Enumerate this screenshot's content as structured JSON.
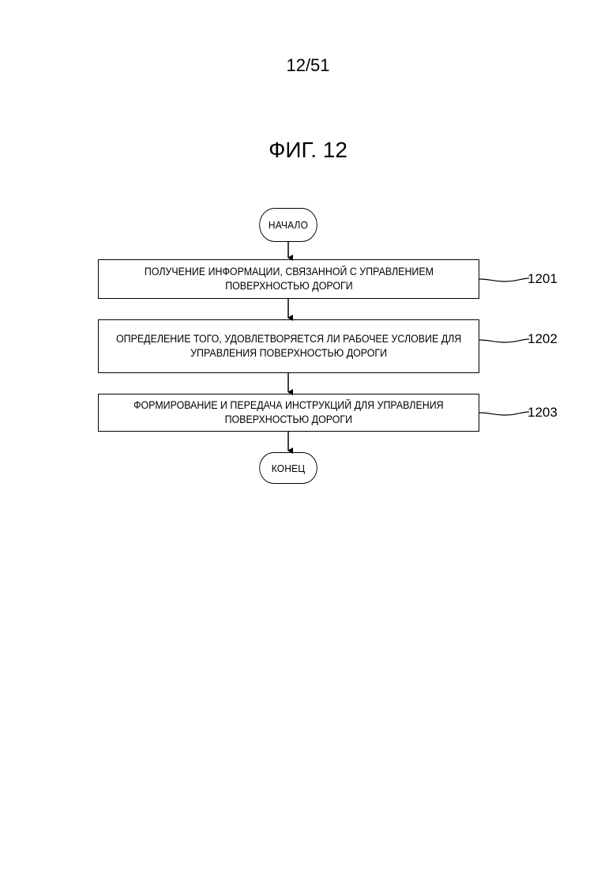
{
  "page": {
    "number": "12/51",
    "figure_title": "ФИГ. 12"
  },
  "flowchart": {
    "start_label": "НАЧАЛО",
    "end_label": "КОНЕЦ",
    "steps": [
      {
        "text": "ПОЛУЧЕНИЕ ИНФОРМАЦИИ, СВЯЗАННОЙ С УПРАВЛЕНИЕМ\nПОВЕРХНОСТЬЮ ДОРОГИ",
        "ref": "1201"
      },
      {
        "text": "ОПРЕДЕЛЕНИЕ ТОГО, УДОВЛЕТВОРЯЕТСЯ ЛИ РАБОЧЕЕ УСЛОВИЕ ДЛЯ\nУПРАВЛЕНИЯ ПОВЕРХНОСТЬЮ ДОРОГИ",
        "ref": "1202"
      },
      {
        "text": "ФОРМИРОВАНИЕ И ПЕРЕДАЧА ИНСТРУКЦИЙ ДЛЯ УПРАВЛЕНИЯ\nПОВЕРХНОСТЬЮ ДОРОГИ",
        "ref": "1203"
      }
    ]
  }
}
